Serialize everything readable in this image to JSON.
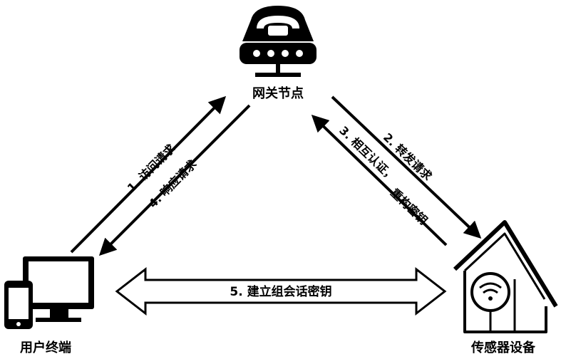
{
  "nodes": {
    "gateway": {
      "label": "网关节点",
      "icon": "router-phone-icon"
    },
    "user": {
      "label": "用户终端",
      "icon": "desktop-phone-icon"
    },
    "sensor": {
      "label": "传感器设备",
      "icon": "wifi-house-icon"
    }
  },
  "edges": {
    "access_request": "1. 访问请求",
    "response_request": "4. 响应请求",
    "forward_request": "2. 转发请求",
    "mutual_auth_1": "3. 相互认证，",
    "mutual_auth_2": "重构密钥",
    "session_key": "5. 建立组会话密钥"
  },
  "colors": {
    "stroke": "#000000",
    "background": "#ffffff"
  }
}
